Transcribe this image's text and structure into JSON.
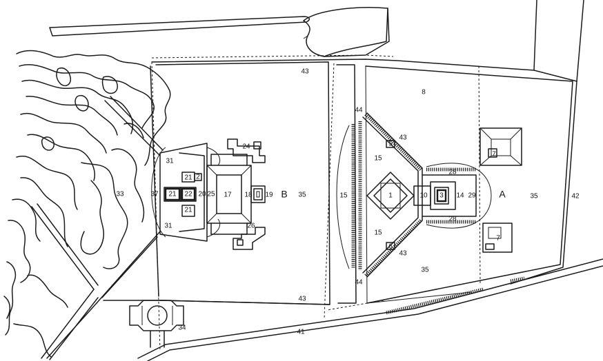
{
  "plan": {
    "site_labels": {
      "a": "A",
      "b": "B"
    },
    "numbers": {
      "n43_top": "43",
      "n8": "8",
      "n44_top": "44",
      "n44_bottom": "44",
      "n5": "5",
      "n43_east_upper": "43",
      "n15_upper": "15",
      "n28_upper": "28",
      "n7_upper": "7",
      "n1": "1",
      "n10": "10",
      "n3": "3",
      "n14": "14",
      "n29": "29",
      "n35_east": "35",
      "n42": "42",
      "n15_gap": "15",
      "n15_lower": "15",
      "n28_lower": "28",
      "n6": "6",
      "n43_east_lower": "43",
      "n35_bottom": "35",
      "n7_lower": "7",
      "n43_bottom": "43",
      "n41": "41",
      "n34": "34",
      "n33": "33",
      "n31_upper": "31",
      "n31_lower": "31",
      "n37": "37",
      "n21_left": "21",
      "n22": "22",
      "n21_top": "21",
      "n2": "2",
      "n21_bottom": "21",
      "n20": "20",
      "n25": "25",
      "n17": "17",
      "n18": "18",
      "n19": "19",
      "n24": "24",
      "n26": "26",
      "n35_west": "35"
    }
  }
}
